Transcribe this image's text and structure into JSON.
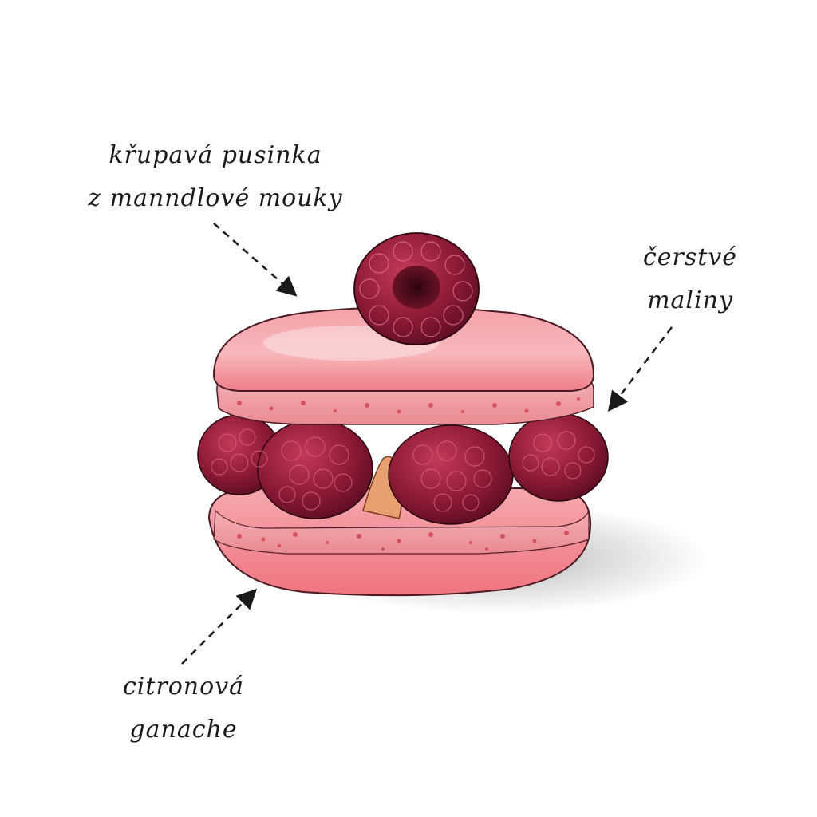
{
  "annotations": {
    "shell": {
      "line1": "křupavá pusinka",
      "line2": "z manndlové mouky"
    },
    "raspberries": {
      "line1": "čerstvé",
      "line2": "maliny"
    },
    "ganache": {
      "line1": "citronová",
      "line2": "ganache"
    }
  },
  "colors": {
    "shell_pink": "#f07f8a",
    "shell_light": "#f9b3b6",
    "raspberry": "#8e1a35",
    "raspberry_dark": "#4e0b1c",
    "ganache": "#e8a070",
    "ink": "#1a1a1a"
  }
}
